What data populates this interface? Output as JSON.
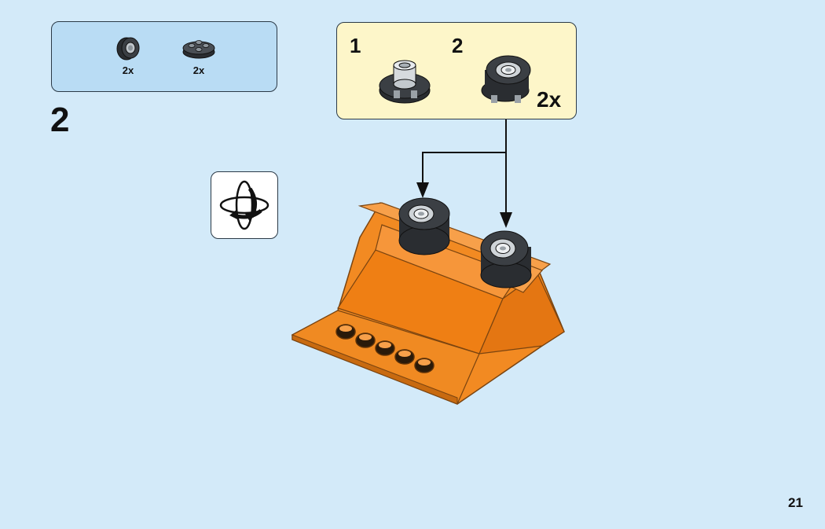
{
  "parts_list": {
    "items": [
      {
        "name": "tire",
        "qty": "2x"
      },
      {
        "name": "round-plate",
        "qty": "2x"
      }
    ]
  },
  "step": {
    "number": "2"
  },
  "rotate_icon": {
    "name": "rotate-model-icon"
  },
  "sub_assembly": {
    "steps": [
      {
        "number": "1"
      },
      {
        "number": "2"
      }
    ],
    "qty": "2x"
  },
  "page": {
    "number": "21"
  },
  "colors": {
    "page_background": "#d3eaf9",
    "parts_box": "#b9dcf4",
    "sub_assembly_box": "#fdf6c9",
    "brick_orange": "#f28a22",
    "wheel_dark": "#2a2d31"
  }
}
